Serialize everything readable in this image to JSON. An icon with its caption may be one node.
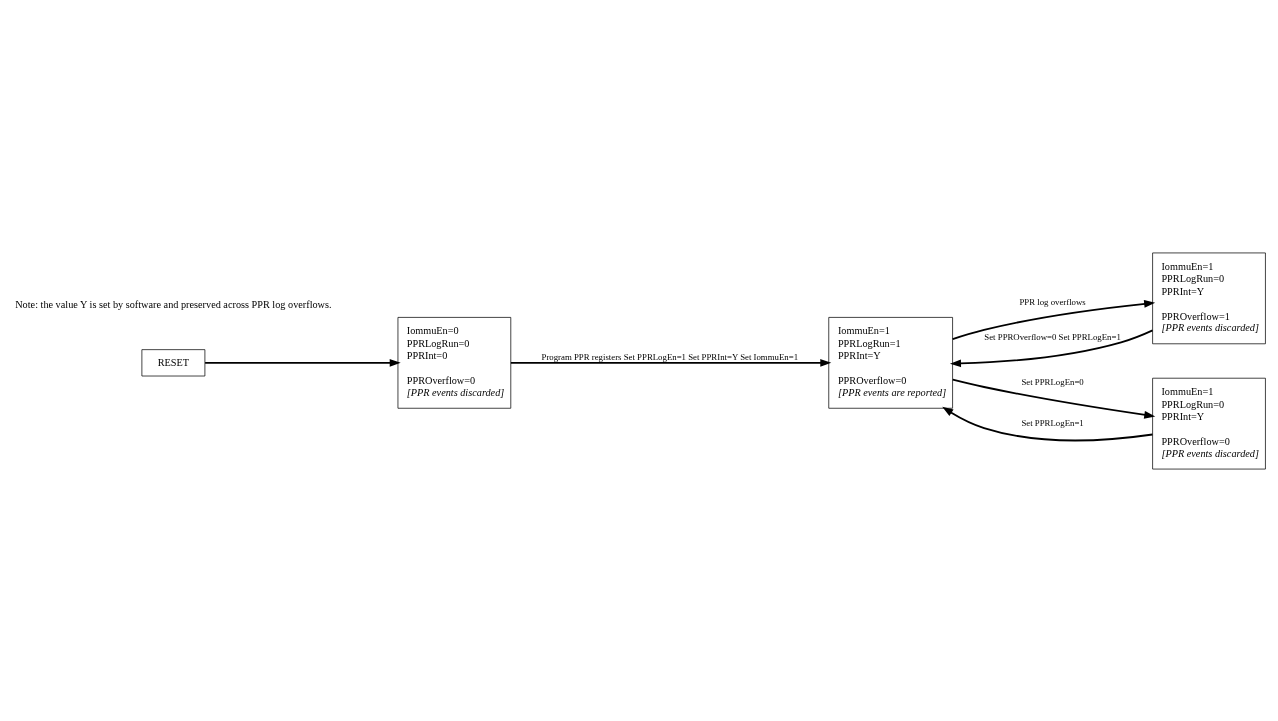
{
  "diagram": {
    "nodes": [
      {
        "text": [
          "RESET"
        ]
      },
      {
        "text": [
          "IommuEn=0",
          "PPRLogRun=0",
          "PPRInt=0",
          "PPROverflow=0",
          "[PPR events discarded]"
        ]
      },
      {
        "text": [
          "IommuEn=1",
          "PPRLogRun=1",
          "PPRInt=Y",
          "PPROverflow=0",
          "[PPR events are reported]"
        ]
      },
      {
        "text": [
          "IommuEn=1",
          "PPRLogRun=0",
          "PPRInt=Y",
          "PPROverflow=1",
          "[PPR events discarded]"
        ]
      },
      {
        "text": [
          "IommuEn=1",
          "PPRLogRun=0",
          "PPRInt=Y",
          "PPROverflow=0",
          "[PPR events discarded]"
        ]
      }
    ],
    "edges": [
      {
        "from": 0,
        "to": 1,
        "arrow": "to"
      },
      {
        "from": 1,
        "to": 2,
        "arrow": "to",
        "label": "Program PPR registers Set PPRLogEn=1 Set PPRInt=Y Set IommuEn=1"
      },
      {
        "from": 2,
        "to": 3,
        "arrow": "to",
        "label": "PPR log overflows"
      },
      {
        "from": 2,
        "to": 4,
        "arrow": "to",
        "label": "Set PPRLogEn=0"
      },
      {
        "from": 3,
        "to": 2,
        "arrow": "to",
        "label": "Set PPROverflow=0 Set PPRLogEn=1"
      },
      {
        "from": 4,
        "to": 2,
        "arrow": "to",
        "label": "Set PPRLogEn=1"
      }
    ],
    "labels": [
      "Note: the value Y is set by software and preserved across PPR log overflows."
    ]
  }
}
